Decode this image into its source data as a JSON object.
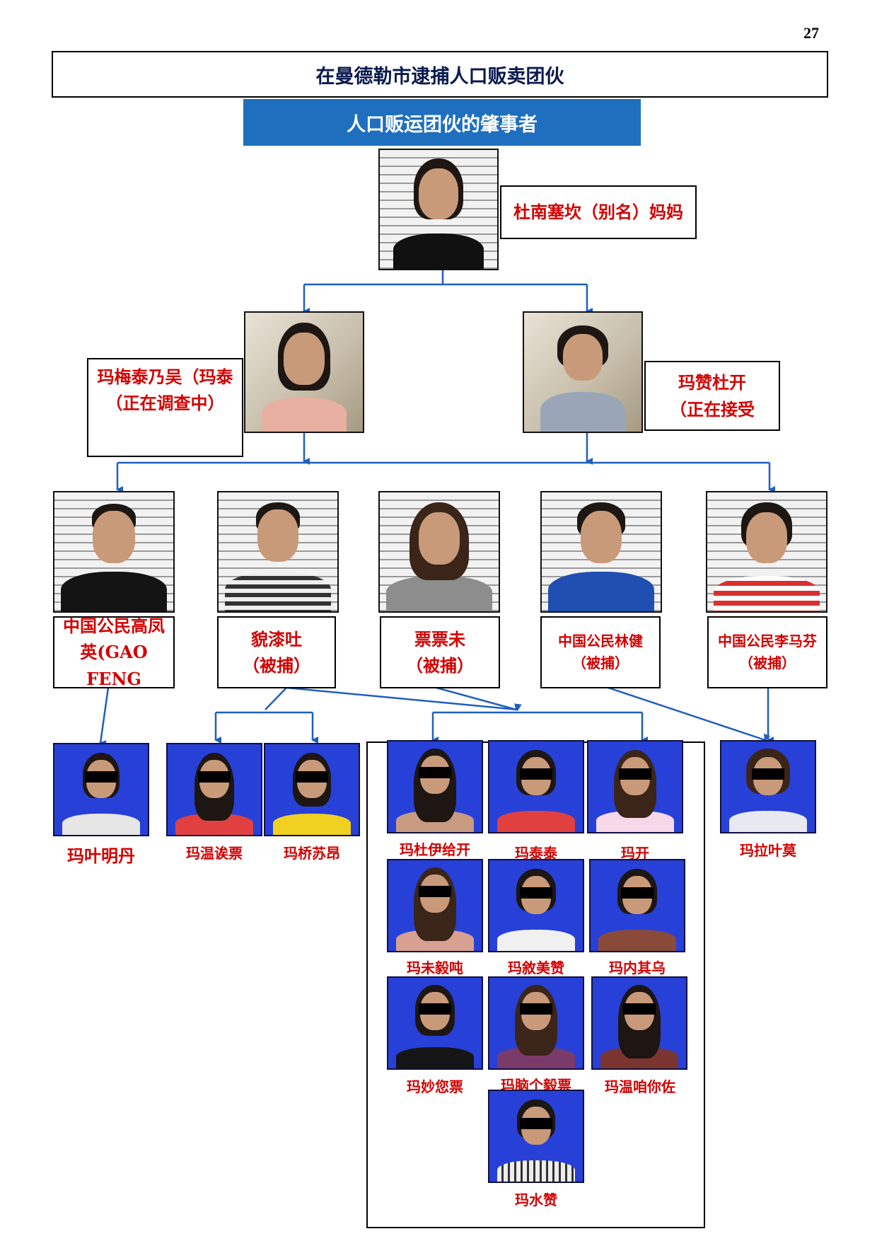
{
  "page_number": "27",
  "title": "在曼德勒市逮捕人口贩卖团伙",
  "subtitle": "人口贩运团伙的肇事者",
  "colors": {
    "accent_blue": "#1f6fbf",
    "label_red": "#d40000",
    "connector_blue": "#1f5fbf",
    "victim_bg": "#2740d8"
  },
  "leader": {
    "line1": "杜南塞坎（别名）妈妈"
  },
  "tier2": [
    {
      "line1": "玛梅泰乃吴（玛泰",
      "line2": "（正在调查中）"
    },
    {
      "line1": "玛赞杜开",
      "line2": "（正在接受"
    }
  ],
  "tier3": [
    {
      "line1": "中国公民高凤",
      "line2": "英(GAO FENG"
    },
    {
      "line1": "貌漆吐",
      "line2": "（被捕）"
    },
    {
      "line1": "票票未",
      "line2": "（被捕）"
    },
    {
      "line1": "中国公民林健",
      "line2": "（被捕）"
    },
    {
      "line1": "中国公民李马芬",
      "line2": "（被捕）"
    }
  ],
  "victims": {
    "group_a": [
      "玛叶明丹"
    ],
    "group_b": [
      "玛温诶票",
      "玛桥苏昂"
    ],
    "group_c": [
      "玛杜伊给开",
      "玛泰泰",
      "玛开",
      "玛未毅吨",
      "玛敘美赞",
      "玛内其乌",
      "玛妙您票",
      "玛脑个毅票",
      "玛温咱你佐",
      "玛水赞"
    ],
    "group_d": [
      "玛拉叶莫"
    ]
  }
}
